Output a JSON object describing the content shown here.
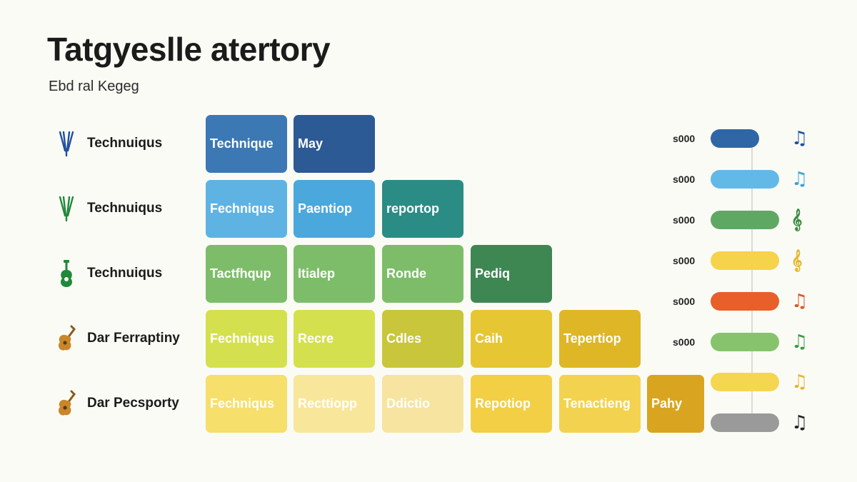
{
  "header": {
    "title": "Tatgyeslle atertory",
    "subtitle": "Ebd ral Kegeg"
  },
  "rows": [
    {
      "label": "Technuiqus",
      "icon": "fork-icon",
      "icon_color": "#1f4fa0"
    },
    {
      "label": "Technuiqus",
      "icon": "fork-icon",
      "icon_color": "#1f8a3a"
    },
    {
      "label": "Technuiqus",
      "icon": "guitar-icon",
      "icon_color": "#1f8a3a"
    },
    {
      "label": "Dar Ferraptiny",
      "icon": "acoustic-guitar-icon",
      "icon_color": "#c8872a"
    },
    {
      "label": "Dar Pecsporty",
      "icon": "acoustic-guitar-icon",
      "icon_color": "#c8872a"
    }
  ],
  "tiles": [
    [
      {
        "text": "Technique",
        "color": "#3b78b4"
      },
      {
        "text": "May",
        "color": "#2c5a94"
      }
    ],
    [
      {
        "text": "Fechniqus",
        "color": "#5fb3e3"
      },
      {
        "text": "Paentiop",
        "color": "#4aa8dc"
      },
      {
        "text": "reportop",
        "color": "#2b8c86"
      }
    ],
    [
      {
        "text": "Tactfhqup",
        "color": "#7dbd6a"
      },
      {
        "text": "Itialep",
        "color": "#7dbd6a"
      },
      {
        "text": "Ronde",
        "color": "#7dbd6a"
      },
      {
        "text": "Pediq",
        "color": "#3e8753"
      }
    ],
    [
      {
        "text": "Fechniqus",
        "color": "#d5e04e"
      },
      {
        "text": "Recre",
        "color": "#d5e04e"
      },
      {
        "text": "Cdles",
        "color": "#c9c63b"
      },
      {
        "text": "Caih",
        "color": "#e7c633"
      },
      {
        "text": "Tepertiop",
        "color": "#dfb626"
      }
    ],
    [
      {
        "text": "Fechniqus",
        "color": "#f6df6b"
      },
      {
        "text": "Recttiopp",
        "color": "#f8e79a"
      },
      {
        "text": "Ddictio",
        "color": "#f6e4a0"
      },
      {
        "text": "Repotiop",
        "color": "#f2cf45"
      },
      {
        "text": "Tenactieng",
        "color": "#f3d24f"
      },
      {
        "text": "Pahy",
        "color": "#d9a520"
      }
    ]
  ],
  "legend": [
    {
      "value": "s000",
      "color": "#2f67a6",
      "fill": 0.6,
      "note": "♫",
      "note_color": "#1f4fa0"
    },
    {
      "value": "s000",
      "color": "#62b9e8",
      "fill": 0.85,
      "note": "♫",
      "note_color": "#3aa0d8"
    },
    {
      "value": "s000",
      "color": "#5fa864",
      "fill": 0.85,
      "note": "𝄞",
      "note_color": "#3a8a40"
    },
    {
      "value": "s000",
      "color": "#f5d34a",
      "fill": 0.85,
      "note": "𝄞",
      "note_color": "#e6b52a"
    },
    {
      "value": "s000",
      "color": "#e85f2a",
      "fill": 0.85,
      "note": "♫",
      "note_color": "#e0521f"
    },
    {
      "value": "s000",
      "color": "#86c36c",
      "fill": 0.85,
      "note": "♫",
      "note_color": "#3a9a40"
    },
    {
      "value": "",
      "color": "#f4d651",
      "fill": 0.85,
      "note": "♫",
      "note_color": "#e6b52a"
    },
    {
      "value": "",
      "color": "#9a9a9a",
      "fill": 0.85,
      "note": "♫",
      "note_color": "#222222"
    }
  ]
}
